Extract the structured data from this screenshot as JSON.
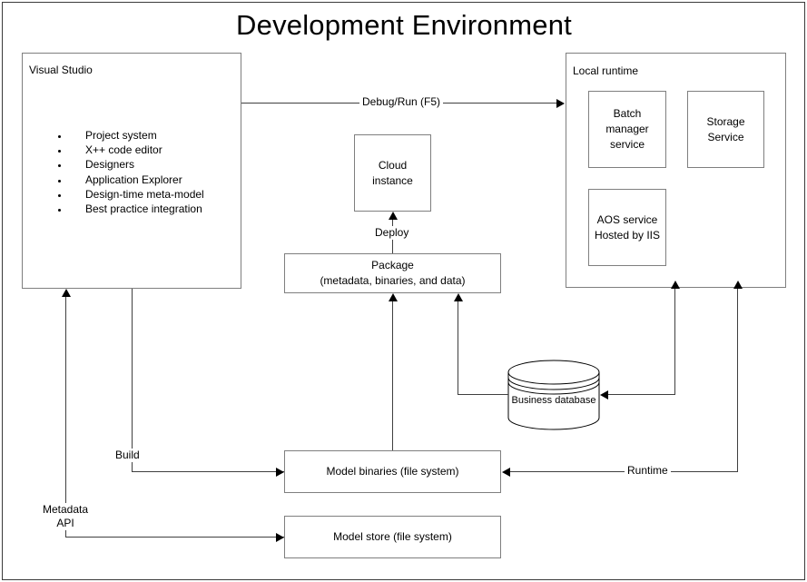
{
  "diagram": {
    "title": "Development Environment",
    "outer_frame": "diagram-border",
    "line_color": "#3f3f3f",
    "box_border_color": "#7f7f7f",
    "background": "#ffffff"
  },
  "visual_studio": {
    "label": "Visual Studio",
    "features": [
      "Project system",
      "X++ code editor",
      "Designers",
      "Application Explorer",
      "Design-time meta-model",
      "Best practice integration"
    ]
  },
  "local_runtime": {
    "label": "Local runtime",
    "services": [
      {
        "line1": "Batch",
        "line2": "manager",
        "line3": "service"
      },
      {
        "line1": "Storage",
        "line2": "Service",
        "line3": ""
      },
      {
        "line1": "AOS service",
        "line2": "Hosted by IIS",
        "line3": ""
      }
    ]
  },
  "cloud_instance": {
    "line1": "Cloud",
    "line2": "instance"
  },
  "package": {
    "line1": "Package",
    "line2": "(metadata, binaries, and data)"
  },
  "business_database": {
    "line1": "Business",
    "line2": "database"
  },
  "model_binaries": {
    "label": "Model binaries (file system)"
  },
  "model_store": {
    "label": "Model store (file system)"
  },
  "edge_labels": {
    "debug_run": "Debug/Run (F5)",
    "deploy": "Deploy",
    "build": "Build",
    "metadata_api_line1": "Metadata",
    "metadata_api_line2": "API",
    "runtime": "Runtime"
  }
}
